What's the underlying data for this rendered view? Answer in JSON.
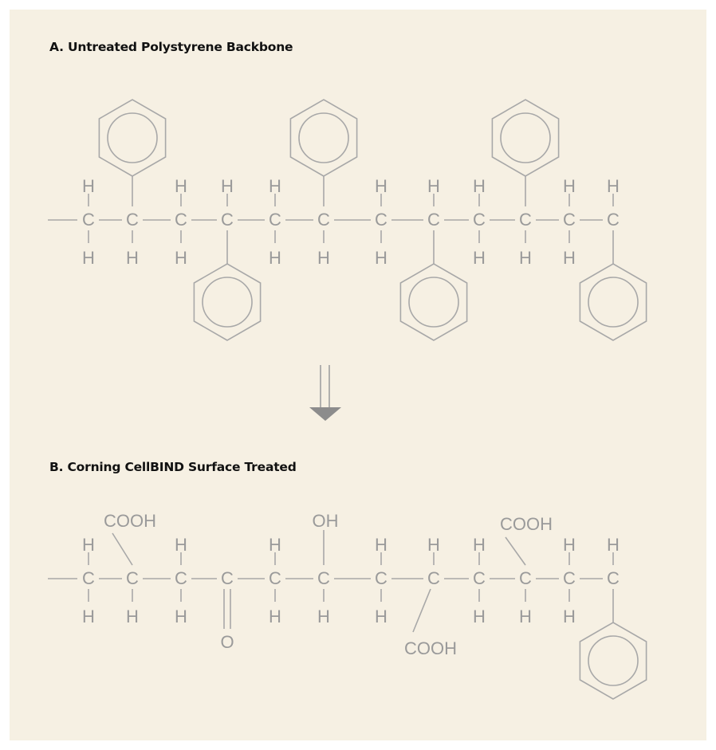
{
  "section_a": {
    "title": "A. Untreated Polystyrene Backbone",
    "backbone_carbons": [
      {
        "label": "C",
        "top": "H",
        "bottom": "H"
      },
      {
        "label": "C",
        "top": "phenyl",
        "bottom": "H"
      },
      {
        "label": "C",
        "top": "H",
        "bottom": "H"
      },
      {
        "label": "C",
        "top": "H",
        "bottom": "phenyl"
      },
      {
        "label": "C",
        "top": "H",
        "bottom": "H"
      },
      {
        "label": "C",
        "top": "phenyl",
        "bottom": "H"
      },
      {
        "label": "C",
        "top": "H",
        "bottom": "H"
      },
      {
        "label": "C",
        "top": "H",
        "bottom": "phenyl"
      },
      {
        "label": "C",
        "top": "H",
        "bottom": "H"
      },
      {
        "label": "C",
        "top": "phenyl",
        "bottom": "H"
      },
      {
        "label": "C",
        "top": "H",
        "bottom": "H"
      },
      {
        "label": "C",
        "top": "H",
        "bottom": "phenyl"
      }
    ]
  },
  "section_b": {
    "title": "B. Corning CellBIND Surface Treated",
    "backbone_carbons": [
      {
        "label": "C",
        "top": "H",
        "bottom": "H"
      },
      {
        "label": "C",
        "top": "COOH",
        "bottom": "H"
      },
      {
        "label": "C",
        "top": "H",
        "bottom": "H"
      },
      {
        "label": "C",
        "top": "",
        "bottom": "O"
      },
      {
        "label": "C",
        "top": "H",
        "bottom": "H"
      },
      {
        "label": "C",
        "top": "OH",
        "bottom": "H"
      },
      {
        "label": "C",
        "top": "H",
        "bottom": "H"
      },
      {
        "label": "C",
        "top": "H",
        "bottom": "COOH"
      },
      {
        "label": "C",
        "top": "H",
        "bottom": "H"
      },
      {
        "label": "C",
        "top": "COOH",
        "bottom": "H"
      },
      {
        "label": "C",
        "top": "H",
        "bottom": "H"
      },
      {
        "label": "C",
        "top": "H",
        "bottom": "phenyl"
      }
    ]
  },
  "style": {
    "bond_color": "#a8a8a8",
    "atom_color": "#9a9a9a",
    "arrow_color": "#8c8c8c",
    "panel_bg": "#f6f0e3"
  },
  "icons": {
    "phenyl": "benzene-ring-icon",
    "reaction_arrow": "down-arrow-icon"
  }
}
